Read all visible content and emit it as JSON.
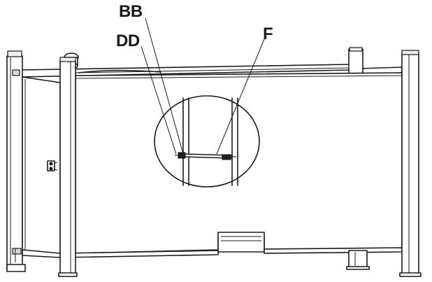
{
  "callouts": {
    "bb": "BB",
    "dd": "DD",
    "f": "F"
  },
  "colors": {
    "line": "#1a1a1a",
    "shade": "#d8d8d8",
    "background": "#ffffff"
  }
}
